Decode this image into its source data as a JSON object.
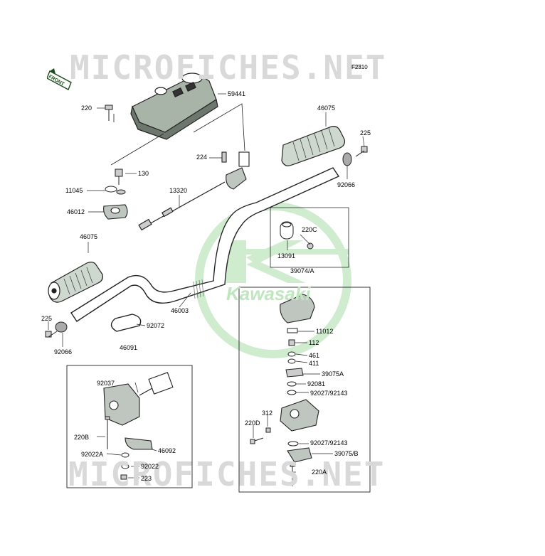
{
  "watermark_text": "MICROFICHES.NET",
  "brand_text": "Kawasaki",
  "figure_code": "F2310",
  "front_label": "FRONT",
  "parts": {
    "p59441": "59441",
    "p220_top": "220",
    "p46075_right": "46075",
    "p225_right": "225",
    "p92066_right": "92066",
    "p224": "224",
    "p130": "130",
    "p11045": "11045",
    "p13320": "13320",
    "p46012": "46012",
    "p220c": "220C",
    "p13091": "13091",
    "p46075_left": "46075",
    "p39074a": "39074/A",
    "p46003": "46003",
    "p225_left": "225",
    "p92066_left": "92066",
    "p92072": "92072",
    "p11012": "11012",
    "p112": "112",
    "p461": "461",
    "p411": "411",
    "p39075a": "39075A",
    "p92081": "92081",
    "p92027_92143_a": "92027/92143",
    "p46091": "46091",
    "p92037": "92037",
    "p312": "312",
    "p220d": "220D",
    "p220b": "220B",
    "p92022a": "92022A",
    "p46092": "46092",
    "p92027_92143_b": "92027/92143",
    "p39075b": "39075/B",
    "p92022": "92022",
    "p220a": "220A",
    "p223": "223"
  }
}
